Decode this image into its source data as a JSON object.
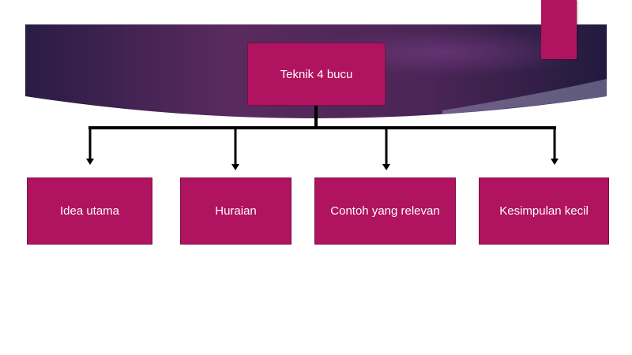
{
  "diagram": {
    "root": {
      "label": "Teknik 4 bucu"
    },
    "children": [
      {
        "label": "Idea utama"
      },
      {
        "label": "Huraian"
      },
      {
        "label": "Contoh yang relevan"
      },
      {
        "label": "Kesimpulan kecil"
      }
    ]
  },
  "colors": {
    "box_fill": "#b0135f",
    "box_border": "#7d0e45",
    "banner_dark": "#2a1c45",
    "banner_mid": "#5a2a5e",
    "connector": "#000000",
    "text": "#ffffff"
  }
}
